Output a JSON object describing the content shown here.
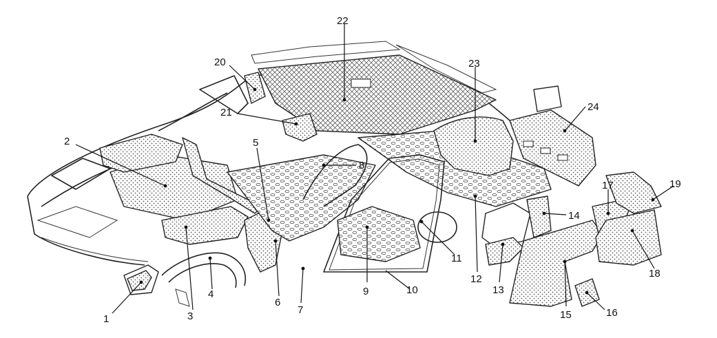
{
  "diagram": {
    "callouts": [
      {
        "n": "1"
      },
      {
        "n": "2"
      },
      {
        "n": "3"
      },
      {
        "n": "4"
      },
      {
        "n": "5"
      },
      {
        "n": "6"
      },
      {
        "n": "7"
      },
      {
        "n": "8"
      },
      {
        "n": "9"
      },
      {
        "n": "10"
      },
      {
        "n": "11"
      },
      {
        "n": "12"
      },
      {
        "n": "13"
      },
      {
        "n": "14"
      },
      {
        "n": "15"
      },
      {
        "n": "16"
      },
      {
        "n": "17"
      },
      {
        "n": "18"
      },
      {
        "n": "19"
      },
      {
        "n": "20"
      },
      {
        "n": "21"
      },
      {
        "n": "22"
      },
      {
        "n": "23"
      },
      {
        "n": "24"
      }
    ]
  },
  "colors": {
    "line": "#222222",
    "background": "#ffffff",
    "carpet_dots": "#555555"
  }
}
